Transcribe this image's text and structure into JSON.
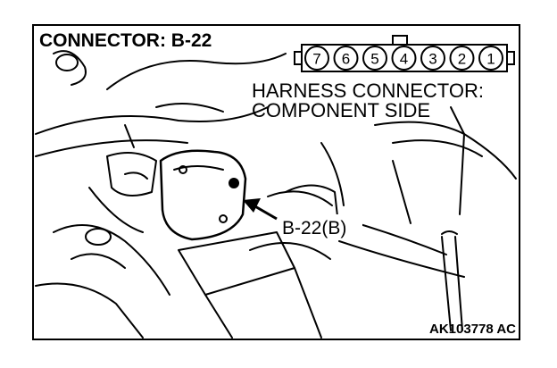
{
  "connector_title": "CONNECTOR: B-22",
  "harness_line1": "HARNESS CONNECTOR:",
  "harness_line2": "COMPONENT SIDE",
  "callout": "B-22(B)",
  "figure_code": "AK103778 AC",
  "pins": [
    "7",
    "6",
    "5",
    "4",
    "3",
    "2",
    "1"
  ]
}
